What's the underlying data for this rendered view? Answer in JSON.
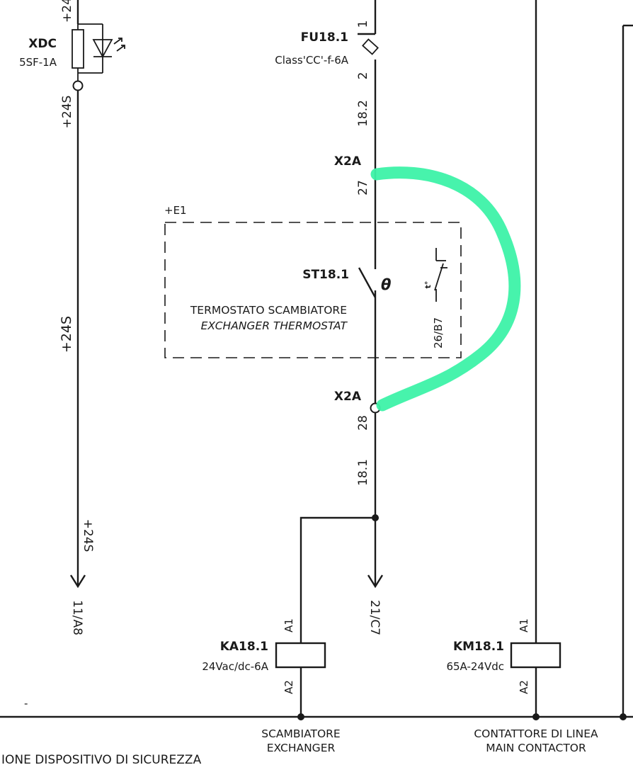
{
  "xdc": {
    "ref": "XDC",
    "spec": "5SF-1A",
    "wire_top": "+24",
    "wire_below": "+24S"
  },
  "left_line": {
    "label_mid": "+24S",
    "label_low": "+24S",
    "crossref": "11/A8"
  },
  "fuse": {
    "ref": "FU18.1",
    "spec": "Class'CC'-f-6A",
    "pin_top": "1",
    "pin_bottom": "2",
    "wire_below": "18.2"
  },
  "terminal_top": {
    "ref": "X2A",
    "number": "27"
  },
  "enclosure": {
    "ref": "+E1"
  },
  "thermostat": {
    "ref": "ST18.1",
    "symbol": "θ",
    "label_it": "TERMOSTATO SCAMBIATORE",
    "label_en": "EXCHANGER THERMOSTAT",
    "crossref": "26/B7",
    "contact_mark": "t°"
  },
  "terminal_bottom": {
    "ref": "X2A",
    "number": "28",
    "wire_below": "18.1",
    "crossref": "21/C7"
  },
  "relay_ka": {
    "ref": "KA18.1",
    "spec": "24Vac/dc-6A",
    "pin_a1": "A1",
    "pin_a2": "A2",
    "label_it": "SCAMBIATORE",
    "label_en": "EXCHANGER"
  },
  "relay_km": {
    "ref": "KM18.1",
    "spec": "65A-24Vdc",
    "pin_a1": "A1",
    "pin_a2": "A2",
    "label_it": "CONTATTORE DI LINEA",
    "label_en": "MAIN CONTACTOR"
  },
  "misc": {
    "minus": "-",
    "footer": "IONE DISPOSITIVO DI SICUREZZA"
  },
  "colors": {
    "annotation": "#3df2a8",
    "ink": "#1a1a1a"
  }
}
